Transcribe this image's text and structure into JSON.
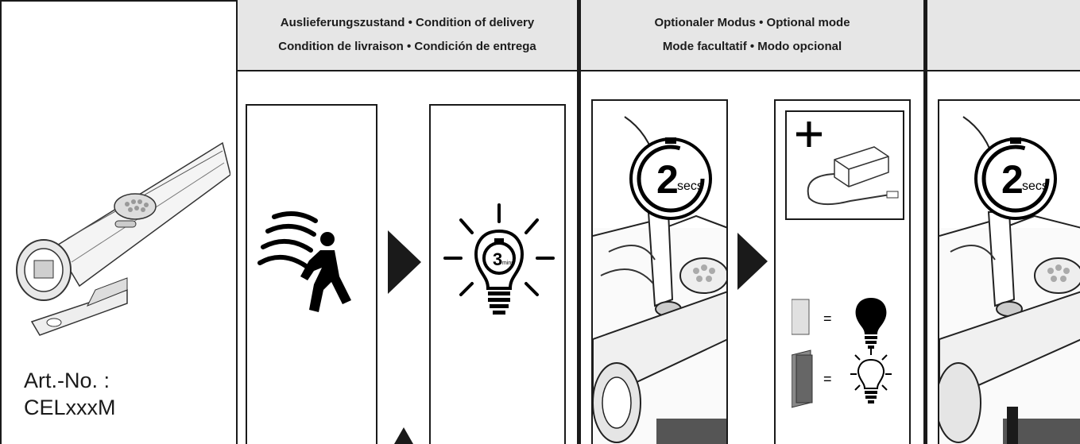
{
  "columns": [
    {
      "header_line1": "Auslieferungszustand • Condition of delivery",
      "header_line2": "Condition de livraison • Condición de entrega"
    },
    {
      "header_line1": "Optionaler Modus • Optional mode",
      "header_line2": "Mode facultatif • Modo opcional"
    }
  ],
  "product": {
    "article_label": "Art.-No. :",
    "article_number": "CELxxxM"
  },
  "timers": {
    "timer_2_label": "2",
    "timer_2_unit": "secs",
    "timer_3_label": "3",
    "timer_3_unit": "mins"
  },
  "legend": {
    "equals_1": "=",
    "equals_2": "="
  },
  "icons": {
    "motion": "motion-sensor-person-icon",
    "bulb_timer": "light-bulb-timer-icon",
    "hand_press": "finger-press-button-icon",
    "plug": "plug-accessory-icon",
    "bulb_on": "bulb-filled-icon",
    "bulb_off": "bulb-outline-icon"
  }
}
